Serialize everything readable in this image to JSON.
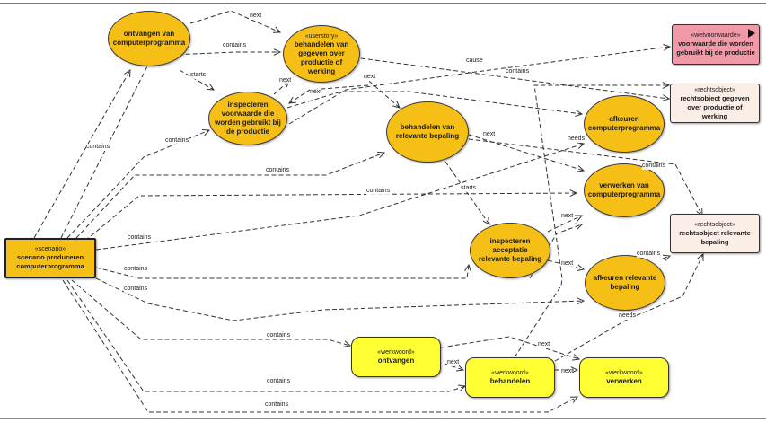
{
  "diagram": {
    "nodes": {
      "scenario": {
        "stereotype": "«scenario»",
        "name": "scenario produceren computerprogramma"
      },
      "ontvangen_van_cp": {
        "name": "ontvangen van computerprogramma"
      },
      "behandelen_gegeven": {
        "stereotype": "«userstory»",
        "name": "behandelen van gegeven over productie of werking"
      },
      "inspecteren_voorwaarde": {
        "name": "inspecteren voorwaarde die worden gebruikt bij de productie"
      },
      "behandelen_relevante": {
        "name": "behandelen van relevante bepaling"
      },
      "afkeuren_cp": {
        "name": "afkeuren computerprogramma"
      },
      "verwerken_cp": {
        "name": "verwerken van computerprogramma"
      },
      "inspecteren_acceptatie": {
        "name": "inspecteren acceptatie relevante bepaling"
      },
      "afkeuren_relevante": {
        "name": "afkeuren relevante bepaling"
      },
      "wetvoorwaarde": {
        "stereotype": "«wetvoorwaarde»",
        "name": "voorwaarde die worden gebruikt bij de productie"
      },
      "rechtsobject_gegeven": {
        "stereotype": "«rechtsobject»",
        "name": "rechtsobject gegeven over productie of werking"
      },
      "rechtsobject_relevante": {
        "stereotype": "«rechtsobject»",
        "name": "rechtsobject relevante bepaling"
      },
      "werk_ontvangen": {
        "stereotype": "«werkwoord»",
        "name": "ontvangen"
      },
      "werk_behandelen": {
        "stereotype": "«werkwoord»",
        "name": "behandelen"
      },
      "werk_verwerken": {
        "stereotype": "«werkwoord»",
        "name": "verwerken"
      }
    },
    "edge_labels": {
      "next_1": "next",
      "contains_1": "contains",
      "starts_1": "starts",
      "contains_ontv": "contains",
      "next_2": "next",
      "next_3": "next",
      "next_4": "next",
      "cause": "cause",
      "contains_recht": "contains",
      "contains_insp": "contains",
      "next_5": "next",
      "needs_1": "needs",
      "contains_behrel": "contains",
      "contains_rechtobj": "contains",
      "contains_verw": "contains",
      "starts_2": "starts",
      "contains_afk": "contains",
      "next_6": "next",
      "contains_insacc": "contains",
      "next_7": "next",
      "contains_afkrel": "contains",
      "contains_afkrel2": "contains",
      "needs_2": "needs",
      "contains_wo": "contains",
      "next_8": "next",
      "next_9": "next",
      "contains_wb": "contains",
      "next_10": "next",
      "contains_wv": "contains"
    },
    "colors": {
      "usecase_fill": "#f6bf16",
      "werkwoord_fill": "#ffff33",
      "wetvoorwaarde_fill": "#f09aa8",
      "rechtsobject_fill": "#fbeee6",
      "edge": "#333333"
    }
  }
}
